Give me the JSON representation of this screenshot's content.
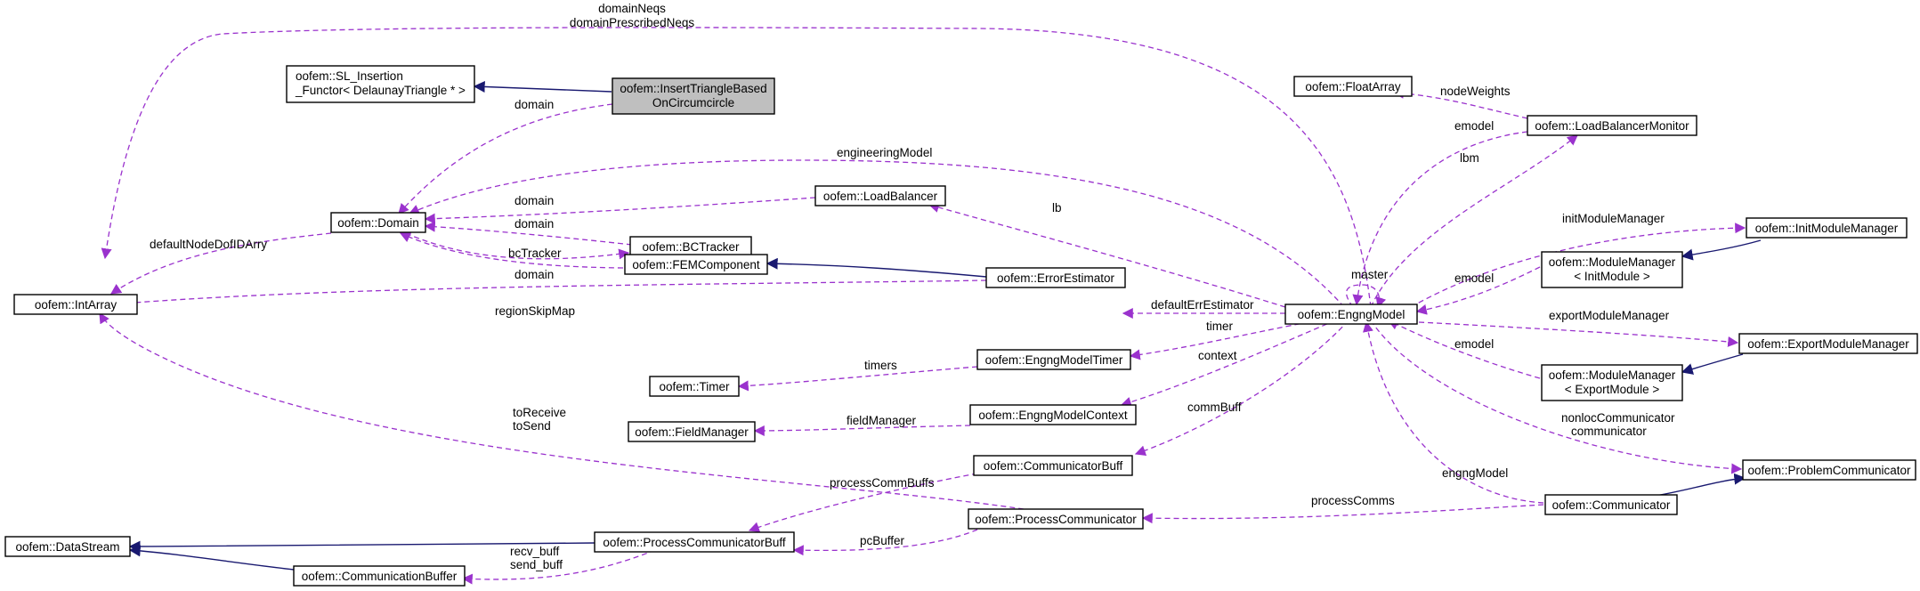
{
  "nodes": {
    "intarray": "oofem::IntArray",
    "sl_ins": [
      "oofem::SL_Insertion",
      "_Functor< DelaunayTriangle * >"
    ],
    "insert_tri": [
      "oofem::InsertTriangleBased",
      "OnCircumcircle"
    ],
    "domain": "oofem::Domain",
    "loadbalancer": "oofem::LoadBalancer",
    "bctracker": "oofem::BCTracker",
    "femcomponent": "oofem::FEMComponent",
    "errorestimator": "oofem::ErrorEstimator",
    "timer": "oofem::Timer",
    "engngmodeltimer": "oofem::EngngModelTimer",
    "fieldmanager": "oofem::FieldManager",
    "engngmodelcontext": "oofem::EngngModelContext",
    "communicatorbuff": "oofem::CommunicatorBuff",
    "processcommunicator": "oofem::ProcessCommunicator",
    "processcommunicatorbuff": "oofem::ProcessCommunicatorBuff",
    "datastream": "oofem::DataStream",
    "communicationbuffer": "oofem::CommunicationBuffer",
    "engngmodel": "oofem::EngngModel",
    "floatarray": "oofem::FloatArray",
    "loadbalancermonitor": "oofem::LoadBalancerMonitor",
    "initmodulemanager": "oofem::InitModuleManager",
    "modulemanager_init": [
      "oofem::ModuleManager",
      "< InitModule >"
    ],
    "exportmodulemanager": "oofem::ExportModuleManager",
    "modulemanager_export": [
      "oofem::ModuleManager",
      "< ExportModule >"
    ],
    "problemcommunicator": "oofem::ProblemCommunicator",
    "communicator": "oofem::Communicator"
  },
  "edge_labels": {
    "domainNeqs": [
      "domainNeqs",
      "domainPrescribedNeqs"
    ],
    "domain_insert": "domain",
    "engineeringModel": "engineeringModel",
    "domain_lb": "domain",
    "domain_bc": "domain",
    "bcTracker": "bcTracker",
    "domain_fem": "domain",
    "defaultNodeDofIDArry": "defaultNodeDofIDArry",
    "regionSkipMap": "regionSkipMap",
    "toReceive": [
      "toReceive",
      "toSend"
    ],
    "lb": "lb",
    "master": "master",
    "defaultErrEstimator": "defaultErrEstimator",
    "timer": "timer",
    "timers": "timers",
    "context": "context",
    "fieldManager": "fieldManager",
    "commBuff": "commBuff",
    "processCommBuffs": "processCommBuffs",
    "pcBuffer": "pcBuffer",
    "recv_buff": [
      "recv_buff",
      "send_buff"
    ],
    "processComms": "processComms",
    "engngModel": "engngModel",
    "nonlocCommunicator": [
      "nonlocCommunicator",
      "communicator"
    ],
    "nodeWeights": "nodeWeights",
    "emodel_lbm": "emodel",
    "lbm": "lbm",
    "initModuleManager": "initModuleManager",
    "emodel_init": "emodel",
    "exportModuleManager": "exportModuleManager",
    "emodel_export": "emodel"
  },
  "colors": {
    "usage_edge": "#9a32cd",
    "inheritance_edge": "#191970",
    "focus_node_fill": "#bfbfbf"
  }
}
